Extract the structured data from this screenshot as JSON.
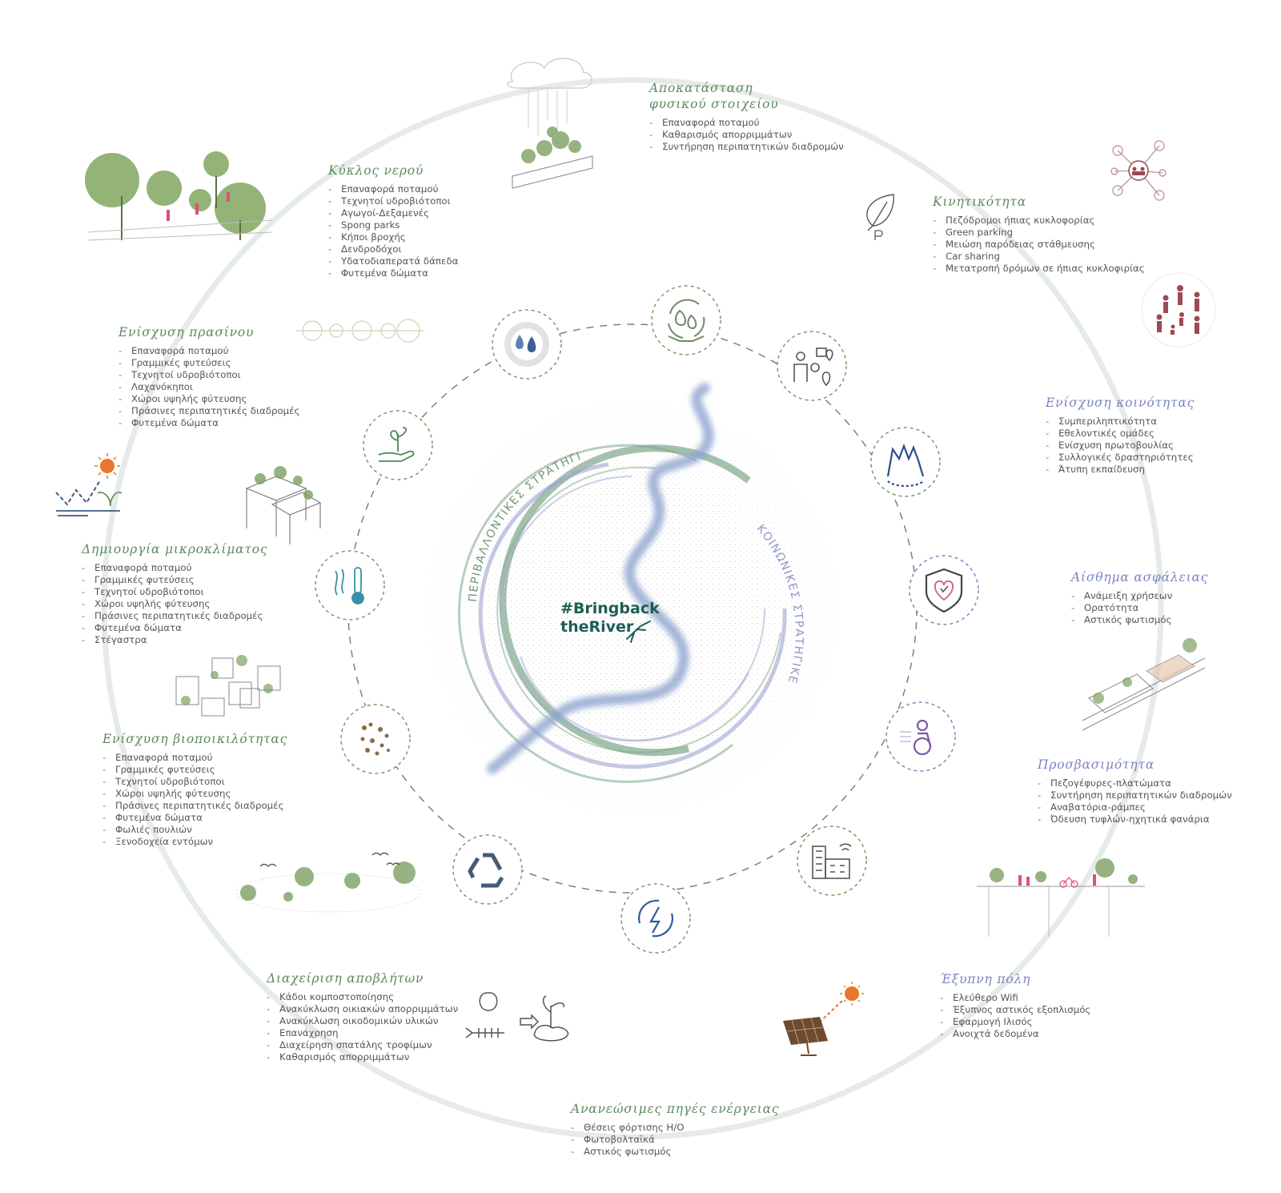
{
  "center": {
    "line1": "#Bringback",
    "line2": "theRiver",
    "env_arc_label": "ΠΕΡΙΒΑΛΛΟΝΤΙΚΕΣ ΣΤΡΑΤΗΓΙΚΕΣ",
    "soc_arc_label": "ΚΟΙΝΩΝΙΚΕΣ ΣΤΡΑΤΗΓΙΚΕΣ"
  },
  "colors": {
    "green": "#5c8a5e",
    "violet": "#7c84c1",
    "dark_teal": "#1e5d52",
    "text": "#555555"
  },
  "icons": [
    "water-drops-icon",
    "recycle-hands-icon",
    "person-gear-location-icon",
    "community-hands-icon",
    "shield-heart-icon",
    "accessibility-person-icon",
    "smart-building-wifi-icon",
    "energy-lightning-icon",
    "recycle-arrows-icon",
    "biodiversity-footprints-icon",
    "thermometer-climate-icon",
    "plant-in-hand-icon"
  ],
  "categories": {
    "natural": {
      "title1": "Αποκατάσταση",
      "title2": "φυσικού στοιχείου",
      "items": [
        "Επαναφορά ποταμού",
        "Καθαρισμός απορριμμάτων",
        "Συντήρηση περιπατητικών διαδρομών"
      ]
    },
    "water": {
      "title": "Κύκλος νερού",
      "items": [
        "Επαναφορά ποταμού",
        "Τεχνητοί υδροβιότοποι",
        "Αγωγοί-Δεξαμενές",
        "Spong parks",
        "Κήποι βροχής",
        "Δενδροδόχοι",
        "Υδατοδιαπερατά δάπεδα",
        "Φυτεμένα δώματα"
      ]
    },
    "green": {
      "title": "Ενίσχυση πρασίνου",
      "items": [
        "Επαναφορά ποταμού",
        "Γραμμικές φυτεύσεις",
        "Τεχνητοί υδροβιότοποι",
        "Λαχανόκηποι",
        "Χώροι υψηλής φύτευσης",
        "Πράσινες περιπατητικές διαδρομές",
        "Φυτεμένα δώματα"
      ]
    },
    "microclimate": {
      "title": "Δημιουργία μικροκλίματος",
      "items": [
        "Επαναφορά ποταμού",
        "Γραμμικές φυτεύσεις",
        "Τεχνητοί υδροβιότοποι",
        "Χώροι υψηλής φύτευσης",
        "Πράσινες περιπατητικές διαδρομές",
        "Φυτεμένα δώματα",
        "Στέγαστρα"
      ]
    },
    "biodiversity": {
      "title": "Ενίσχυση βιοποικιλότητας",
      "items": [
        "Επαναφορά ποταμού",
        "Γραμμικές φυτεύσεις",
        "Τεχνητοί υδροβιότοποι",
        "Χώροι υψηλής φύτευσης",
        "Πράσινες περιπατητικές διαδρομές",
        "Φυτεμένα δώματα",
        "Φωλιές πουλιών",
        "Ξενοδοχεία εντόμων"
      ]
    },
    "waste": {
      "title": "Διαχείριση αποβλήτων",
      "items": [
        "Κάδοι κομποστοποίησης",
        "Ανακύκλωση οικιακών απορριμμάτων",
        "Ανακύκλωση οικοδομικών υλικών",
        "Επανάχρηση",
        "Διαχείρηση σπατάλης τροφίμων",
        "Καθαρισμός απορριμμάτων"
      ]
    },
    "energy": {
      "title": "Ανανεώσιμες πηγές ενέργειας",
      "items": [
        "Θέσεις φόρτισης Η/Ο",
        "Φωτοβολταϊκά",
        "Αστικός φωτισμός"
      ]
    },
    "mobility": {
      "title": "Κινητικότητα",
      "items": [
        "Πεζόδρομοι ήπιας κυκλοφορίας",
        "Green parking",
        "Μειώση παρόδειας στάθμευσης",
        "Car sharing",
        "Μετατροπή δρόμων σε ήπιας κυκλοφιρίας"
      ]
    },
    "community": {
      "title": "Ενίσχυση κοινότητας",
      "items": [
        "Συμπεριληπτικότητα",
        "Εθελοντικές ομάδες",
        "Ενίσχυση πρωτοβουλίας",
        "Συλλογικές δραστηριότητες",
        "Άτυπη εκπαίδευση"
      ]
    },
    "safety": {
      "title": "Αίσθημα ασφάλειας",
      "items": [
        "Ανάμειξη χρήσεων",
        "Ορατότητα",
        "Αστικός φωτισμός"
      ]
    },
    "accessibility": {
      "title": "Προσβασιμότητα",
      "items": [
        "Πεζογέφυρες-πλατώματα",
        "Συντήρηση περιπατητικών διαδρομών",
        "Αναβατόρια-ράμπες",
        "Όδευση τυφλών-ηχητικά φανάρια"
      ]
    },
    "smart": {
      "title": "Έξυπνη πόλη",
      "items": [
        "Ελεύθερο Wifi",
        "Έξυπνος αστικός εξοπλισμός",
        "Εφαρμογή Ιλισός",
        "Ανοιχτά δεδομένα"
      ]
    }
  }
}
